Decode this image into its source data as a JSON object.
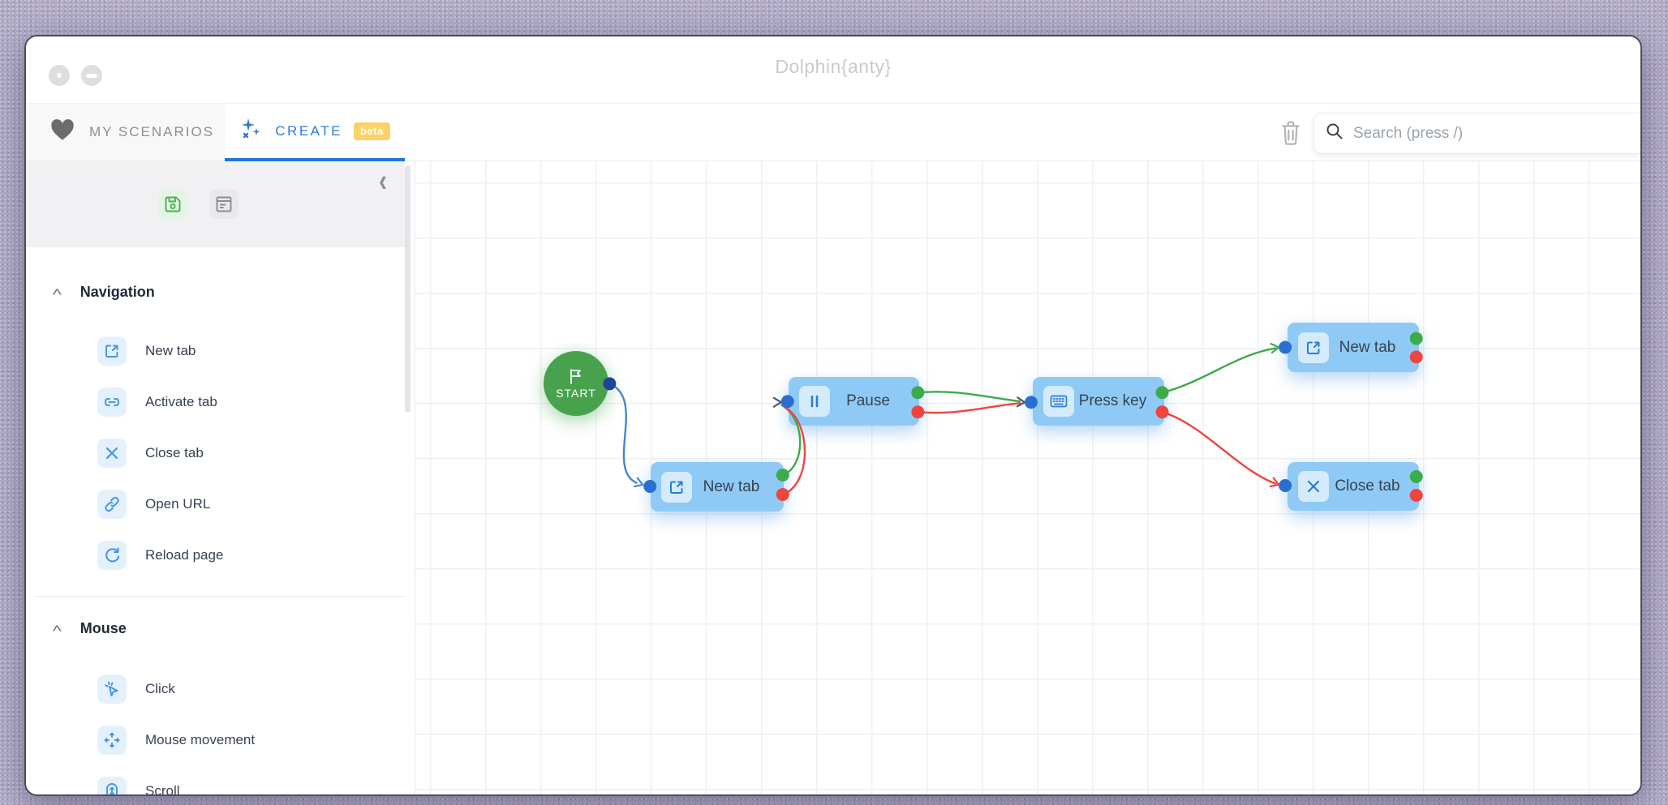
{
  "window": {
    "title": "Dolphin{anty}"
  },
  "tabs": {
    "my_scenarios": "MY SCENARIOS",
    "create": "CREATE",
    "beta_badge": "beta"
  },
  "toolbar": {
    "search_placeholder": "Search (press /)"
  },
  "sidebar": {
    "sections": [
      {
        "title": "Navigation",
        "items": [
          {
            "label": "New tab",
            "icon": "new-tab-icon"
          },
          {
            "label": "Activate tab",
            "icon": "activate-tab-icon"
          },
          {
            "label": "Close tab",
            "icon": "close-tab-icon"
          },
          {
            "label": "Open URL",
            "icon": "open-url-icon"
          },
          {
            "label": "Reload page",
            "icon": "reload-page-icon"
          }
        ]
      },
      {
        "title": "Mouse",
        "items": [
          {
            "label": "Click",
            "icon": "click-icon"
          },
          {
            "label": "Mouse movement",
            "icon": "mouse-movement-icon"
          },
          {
            "label": "Scroll",
            "icon": "scroll-icon"
          }
        ]
      }
    ]
  },
  "canvas": {
    "start_node": {
      "label": "START"
    },
    "nodes": [
      {
        "label": "New tab",
        "icon": "new-tab-icon"
      },
      {
        "label": "Pause",
        "icon": "pause-icon"
      },
      {
        "label": "Press key",
        "icon": "keyboard-icon"
      },
      {
        "label": "New tab",
        "icon": "new-tab-icon"
      },
      {
        "label": "Close tab",
        "icon": "close-tab-icon"
      }
    ],
    "colors": {
      "accent_blue": "#2e7cd6",
      "node_bg": "#8fcaf6",
      "start_green": "#48a24d",
      "edge_blue": "#4285d6",
      "edge_green": "#3cab4a",
      "edge_red": "#ee453e",
      "port_in_blue": "#2a6fd0",
      "beta_badge_bg": "#fbd269"
    }
  }
}
